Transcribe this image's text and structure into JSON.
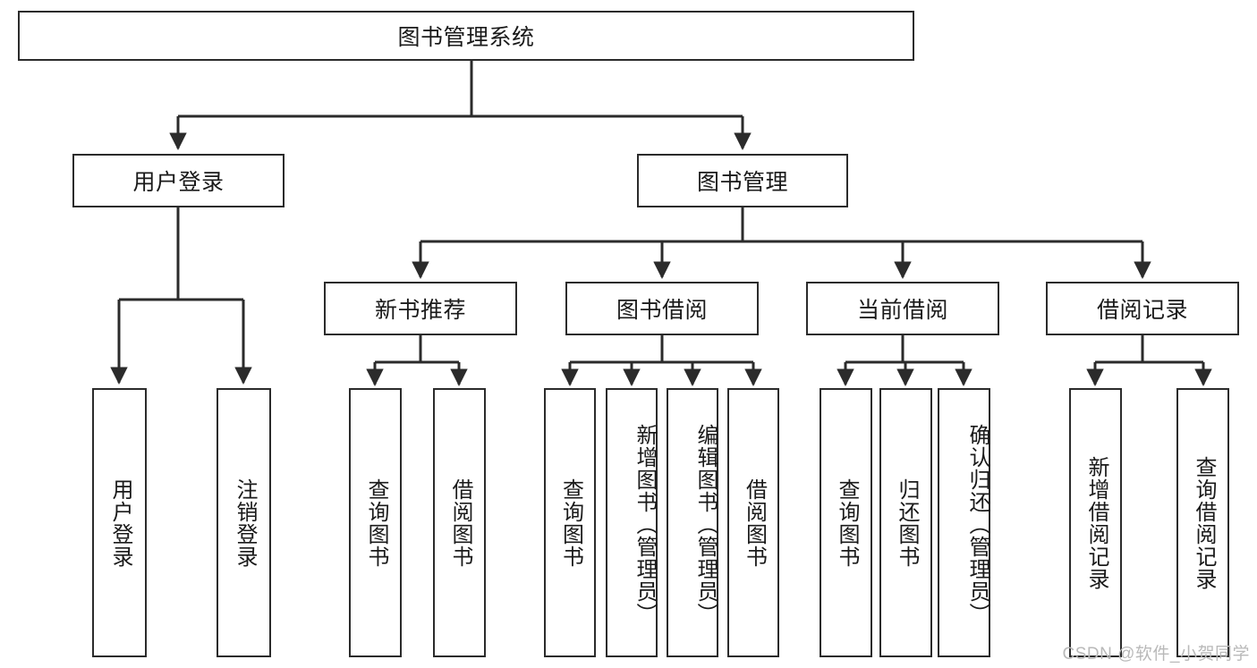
{
  "diagram": {
    "title": "图书管理系统",
    "watermark": "CSDN @软件_小贺同学",
    "line_color": "#2b2b2b",
    "text_color": "#1a1a1a",
    "background": "#ffffff",
    "nodes": {
      "root": "图书管理系统",
      "level2": {
        "user_login": "用户登录",
        "book_manage": "图书管理"
      },
      "level3": {
        "new_book_rec": "新书推荐",
        "book_borrow": "图书借阅",
        "current_borrow": "当前借阅",
        "borrow_record": "借阅记录"
      },
      "leaves": {
        "user_login_leaf": "用户登录",
        "logout_leaf": "注销登录",
        "rec_query_book": "查询图书",
        "rec_borrow_book": "借阅图书",
        "borrow_query_book": "查询图书",
        "borrow_add_book": "新增图书（管理员）",
        "borrow_edit_book": "编辑图书（管理员）",
        "borrow_borrow_book": "借阅图书",
        "current_query_book": "查询图书",
        "current_return_book": "归还图书",
        "current_confirm_return": "确认归还（管理员）",
        "record_add": "新增借阅记录",
        "record_query": "查询借阅记录"
      }
    }
  }
}
